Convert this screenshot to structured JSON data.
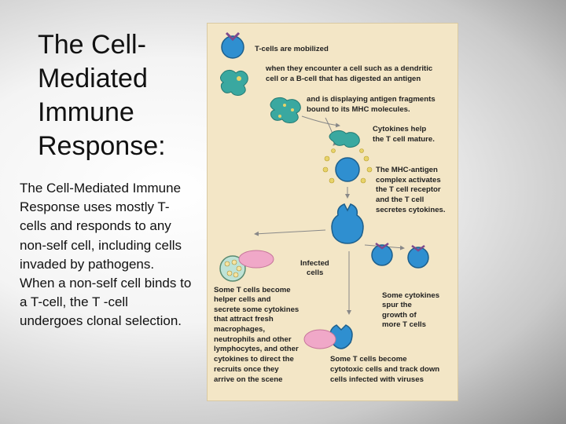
{
  "title": "The Cell-Mediated Immune Response:",
  "body": {
    "paragraph1": "The Cell-Mediated Immune Response uses mostly T-cells and responds to any non-self cell, including cells invaded by pathogens.",
    "paragraph2": "When a non-self cell binds to a T-cell, the T -cell undergoes clonal selection."
  },
  "figure": {
    "captions": {
      "c1": "T-cells are mobilized",
      "c2_l1": "when they encounter a cell such as a dendritic",
      "c2_l2": "cell or a B-cell that has digested an antigen",
      "c3_l1": "and is displaying antigen fragments",
      "c3_l2": "bound to its MHC molecules.",
      "c4_l1": "Cytokines help",
      "c4_l2": "the T cell mature.",
      "c5_l1": "The MHC-antigen",
      "c5_l2": "complex activates",
      "c5_l3": "the T cell receptor",
      "c5_l4": "and the T cell",
      "c5_l5": "secretes cytokines.",
      "infected_l1": "Infected",
      "infected_l2": "cells",
      "helper_l1": "Some T cells become",
      "helper_l2": "helper cells and",
      "helper_l3": "secrete some cytokines",
      "helper_l4": "that attract fresh",
      "helper_l5": "macrophages,",
      "helper_l6": "neutrophils and other",
      "helper_l7": "lymphocytes, and other",
      "helper_l8": "cytokines to direct the",
      "helper_l9": "recruits once they",
      "helper_l10": "arrive on the scene",
      "spur_l1": "Some cytokines",
      "spur_l2": "spur the",
      "spur_l3": "growth of",
      "spur_l4": "more T cells",
      "cyto_l1": "Some T cells become",
      "cyto_l2": "cytotoxic cells and track down",
      "cyto_l3": "cells infected with viruses"
    },
    "colors": {
      "tcell_blue": "#2f8fd0",
      "dendritic_teal": "#3aa8a0",
      "infected_pink": "#f0a8c8",
      "receptor_purple": "#7d4a8c",
      "cytokine_yellow": "#e8d36a",
      "arrow_gray": "#888888"
    }
  }
}
